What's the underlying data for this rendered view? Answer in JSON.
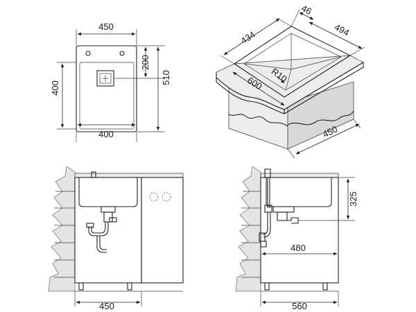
{
  "top_view": {
    "dims": {
      "overall_width": "450",
      "overall_depth": "510",
      "bowl_depth": "400",
      "bowl_width": "400",
      "drain_offset": "200"
    }
  },
  "iso_view": {
    "dims": {
      "bowl_length": "434",
      "rim": "46",
      "overall_length": "494",
      "corner_radius": "R10",
      "cabinet_width": "600",
      "cabinet_depth": "450"
    }
  },
  "front_view": {
    "dims": {
      "cabinet_width": "450"
    }
  },
  "side_view": {
    "dims": {
      "bowl_height": "325",
      "drain_depth": "480",
      "cabinet_depth": "560"
    }
  }
}
